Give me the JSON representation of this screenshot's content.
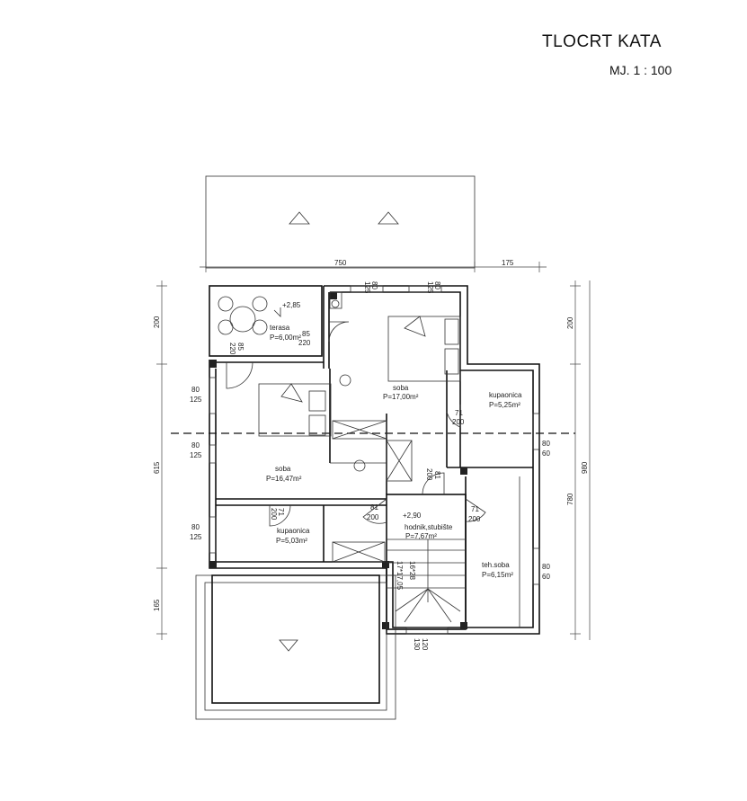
{
  "header": {
    "title": "TLOCRT KATA",
    "scale": "MJ. 1 : 100"
  },
  "rooms": [
    {
      "name": "terasa",
      "area": "P=6,00m²"
    },
    {
      "name": "soba",
      "area": "P=17,00m²"
    },
    {
      "name": "kupaonica",
      "area": "P=5,25m²"
    },
    {
      "name": "soba",
      "area": "P=16,47m²"
    },
    {
      "name": "kupaonica",
      "area": "P=5,03m²"
    },
    {
      "name": "hodnik,stubište",
      "area": "P=7,67m²"
    },
    {
      "name": "teh.soba",
      "area": "P=6,15m²"
    }
  ],
  "levels": {
    "terrace": "+2,85",
    "hall": "+2,90"
  },
  "dimensions": {
    "top": [
      "750",
      "175"
    ],
    "left": [
      "200",
      "615",
      "165"
    ],
    "right": [
      "200",
      "780",
      "980"
    ],
    "windows_top": [
      [
        "125",
        "80"
      ],
      [
        "125",
        "80"
      ]
    ],
    "windows_left": [
      [
        "80",
        "125"
      ],
      [
        "80",
        "125"
      ],
      [
        "80",
        "125"
      ]
    ],
    "windows_right": [
      [
        "80",
        "60"
      ],
      [
        "80",
        "60"
      ]
    ],
    "terrace_door": [
      "85",
      "220"
    ],
    "terrace_side": [
      "85",
      "220"
    ],
    "doors": [
      [
        "71",
        "200"
      ],
      [
        "81",
        "200"
      ],
      [
        "71",
        "200"
      ],
      [
        "81",
        "200"
      ],
      [
        "71",
        "200"
      ]
    ],
    "stairs": [
      "16*28",
      "17*17,05"
    ],
    "bottom_window": [
      "120",
      "130"
    ]
  }
}
